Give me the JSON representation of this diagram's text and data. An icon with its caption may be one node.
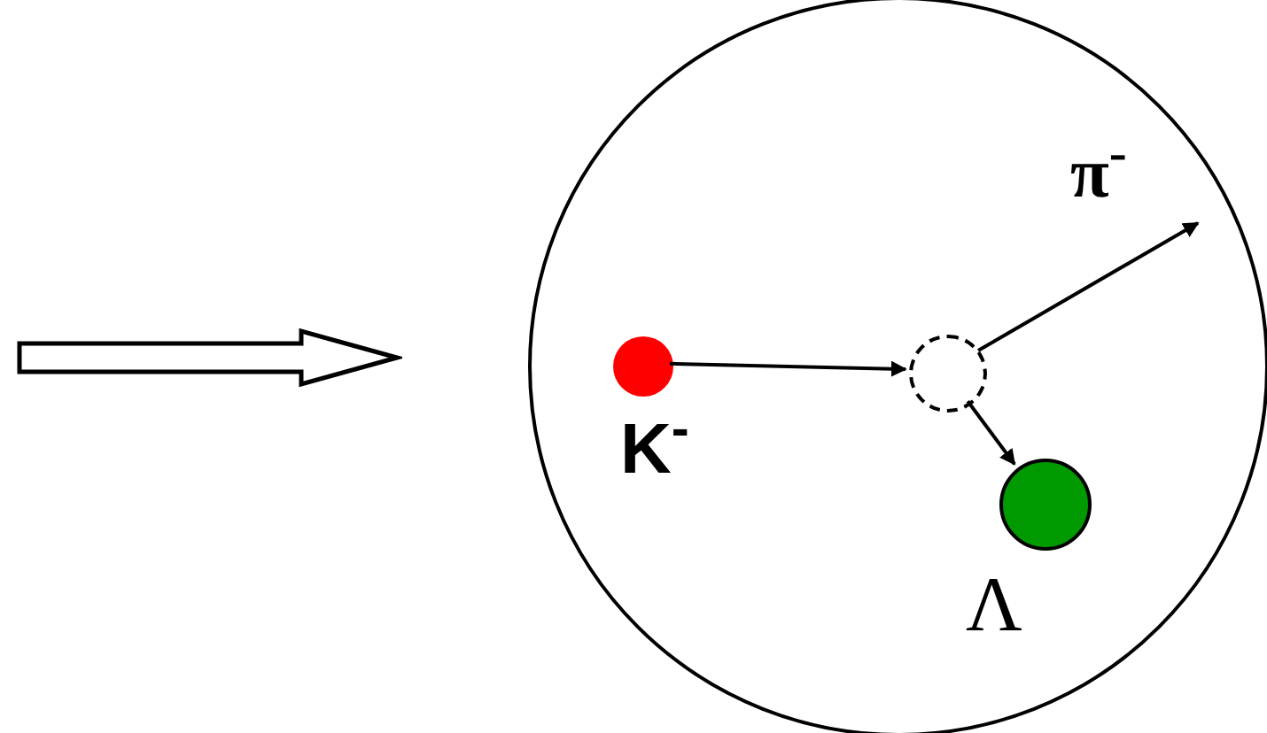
{
  "diagram": {
    "nodes": [
      {
        "text": [],
        "shape": "circle"
      },
      {
        "text": [],
        "shape": "circle",
        "in": 0,
        "beside": [
          "K$^{-}$"
        ]
      },
      {
        "text": [],
        "shape": "circle",
        "in": 0
      },
      {
        "text": [],
        "shape": "circle",
        "in": 0,
        "beside": [
          "Λ"
        ]
      }
    ],
    "edges": [
      {
        "from": 1,
        "to": 2,
        "arrow": "to"
      },
      {
        "from": 2,
        "to": null,
        "arrow": "to",
        "label": "π$^{-}$"
      },
      {
        "from": 2,
        "to": 3,
        "arrow": "to"
      }
    ]
  }
}
